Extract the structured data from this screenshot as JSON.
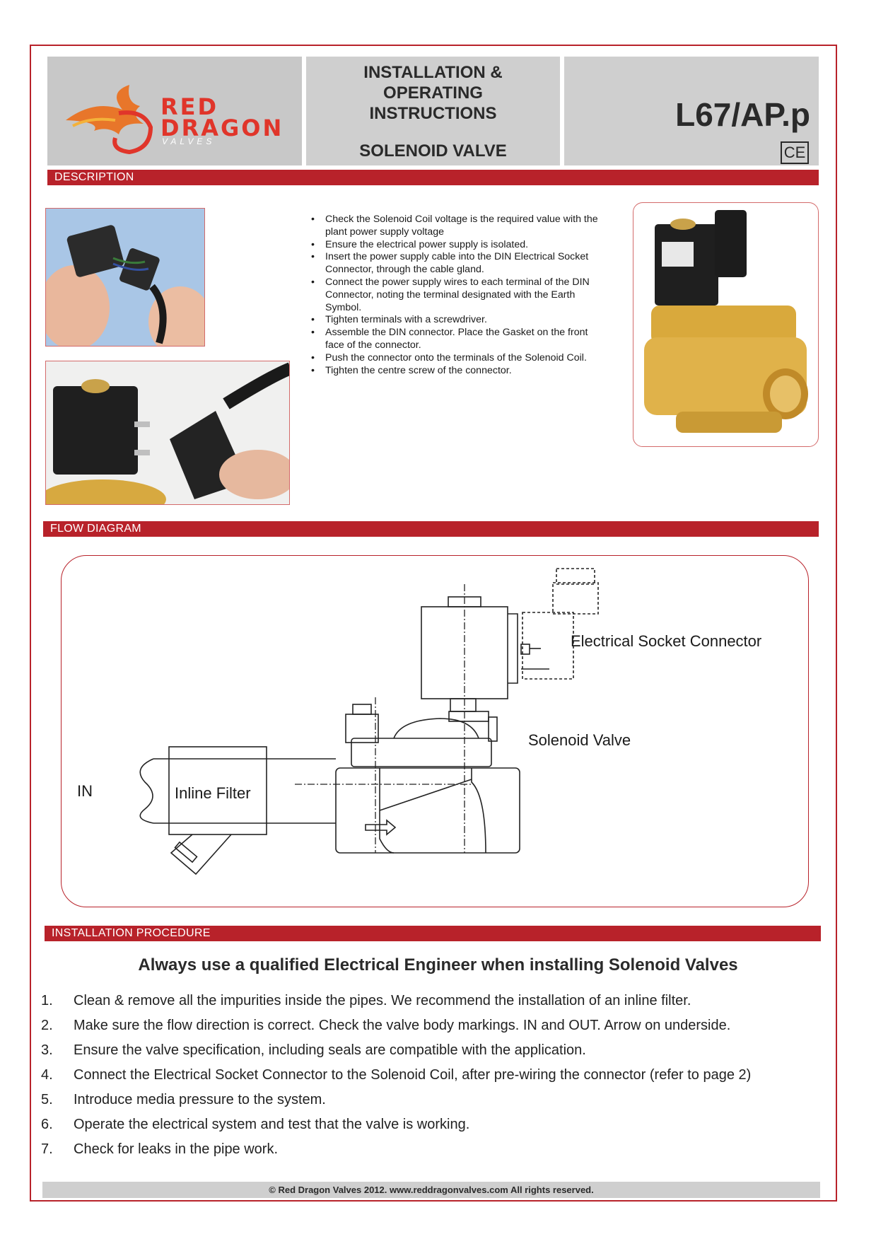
{
  "header": {
    "logo_name": "RED DRAGON",
    "logo_line1": "RED",
    "logo_line2": "DRAGON",
    "logo_sub": "VALVES",
    "title": "INSTALLATION & OPERATING INSTRUCTIONS",
    "subtitle": "SOLENOID VALVE",
    "model": "L67/AP.p",
    "mark": "CE"
  },
  "description": {
    "heading": "DESCRIPTION",
    "steps": [
      "Check the Solenoid Coil voltage is the required value with the plant power supply voltage",
      "Ensure the electrical power supply is isolated.",
      "Insert the power supply cable into the DIN Electrical Socket Connector, through the cable gland.",
      "Connect the power supply wires to each terminal of the DIN Connector, noting the terminal designated with the Earth Symbol.",
      "Tighten terminals with a screwdriver.",
      "Assemble the DIN connector. Place the Gasket on the front face of the connector.",
      "Push the connector onto the terminals of the Solenoid Coil.",
      "Tighten the centre screw of the connector."
    ]
  },
  "flow": {
    "heading": "FLOW  DIAGRAM",
    "label_socket": "Electrical Socket Connector",
    "label_valve": "Solenoid Valve",
    "label_in": "IN",
    "label_filter": "Inline Filter"
  },
  "installation": {
    "heading": "INSTALLATION PROCEDURE",
    "warning": "Always use a qualified Electrical Engineer when installing Solenoid Valves",
    "steps": [
      {
        "num": "1.",
        "text": "Clean & remove all the impurities inside the pipes. We recommend the installation of an inline filter."
      },
      {
        "num": "2.",
        "text": "Make sure the flow direction is correct. Check the valve body markings. IN and OUT. Arrow  on underside."
      },
      {
        "num": "3.",
        "text": "Ensure the valve specification, including seals are compatible with the application."
      },
      {
        "num": "4.",
        "text": "Connect the Electrical Socket Connector to the Solenoid Coil, after pre-wiring the connector (refer to page 2)"
      },
      {
        "num": "5.",
        "text": "Introduce media pressure to the system."
      },
      {
        "num": "6.",
        "text": "Operate the electrical system and test that the valve is working."
      },
      {
        "num": "7.",
        "text": "Check for leaks in the pipe work."
      }
    ]
  },
  "footer": {
    "text": "© Red Dragon Valves 2012. www.reddragonvalves.com  All rights reserved."
  },
  "colors": {
    "accent": "#b8222a",
    "header_gray": "#cfcfcf",
    "logo_red": "#e0352a",
    "brass": "#d4a63a"
  }
}
